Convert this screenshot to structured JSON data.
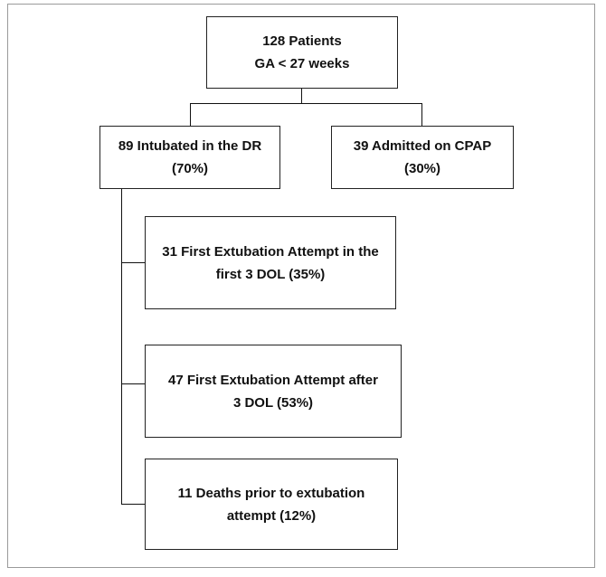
{
  "flowchart": {
    "root": {
      "line1": "128 Patients",
      "line2": "GA < 27  weeks"
    },
    "left_branch": {
      "line1": "89 Intubated in the DR",
      "line2": "(70%)"
    },
    "right_branch": {
      "line1": "39 Admitted on CPAP",
      "line2": "(30%)"
    },
    "sub_nodes": [
      {
        "line1": "31 First Extubation  Attempt in the",
        "line2": "first 3 DOL (35%)"
      },
      {
        "line1": "47 First Extubation  Attempt after",
        "line2": "3 DOL (53%)"
      },
      {
        "line1": "11 Deaths prior to extubation",
        "line2": "attempt (12%)"
      }
    ]
  }
}
